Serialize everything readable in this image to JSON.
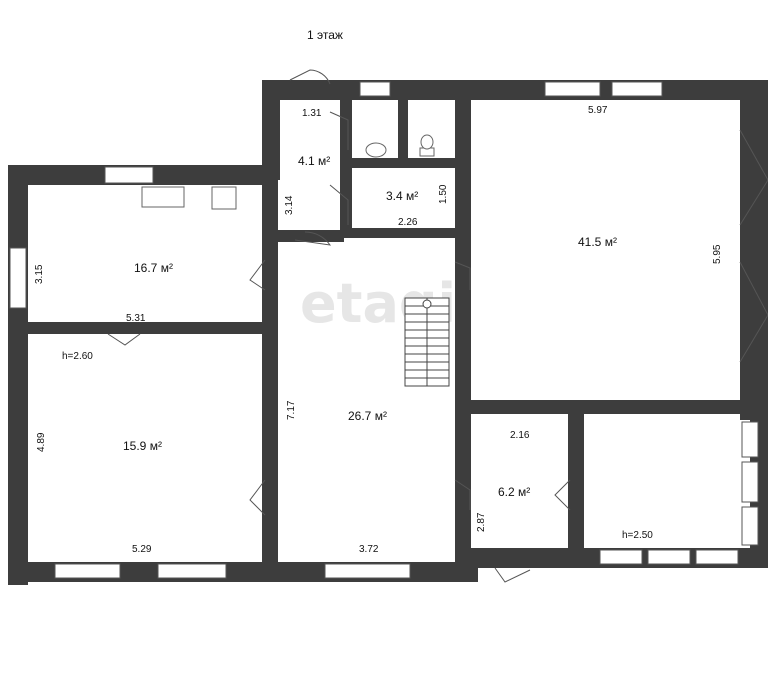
{
  "plan": {
    "title": "1 этаж",
    "watermark": "etagi",
    "colors": {
      "wall": "#3d3d3d",
      "window": "#ffffff",
      "stroke": "#555555"
    },
    "rooms": [
      {
        "id": "wc",
        "area": "4.1 м²",
        "dim_a": "1.31",
        "dim_b": "3.14"
      },
      {
        "id": "storage",
        "area": "3.4 м²",
        "dim_a": "2.26",
        "dim_b": "1.50"
      },
      {
        "id": "large",
        "area": "41.5 м²",
        "dim_a": "5.97",
        "dim_b": "5.95"
      },
      {
        "id": "kitchen",
        "area": "16.7 м²",
        "dim_a": "5.31",
        "dim_b": "3.15"
      },
      {
        "id": "hall",
        "area": "26.7 м²",
        "dim_a": "3.72",
        "dim_b": "7.17"
      },
      {
        "id": "bottom-left",
        "area": "15.9 м²",
        "dim_a": "5.29",
        "dim_b": "4.89",
        "height": "h=2.60"
      },
      {
        "id": "small",
        "area": "6.2 м²",
        "dim_a": "2.16",
        "dim_b": "2.87"
      },
      {
        "id": "bottom-right",
        "area": "",
        "height": "h=2.50"
      }
    ]
  }
}
